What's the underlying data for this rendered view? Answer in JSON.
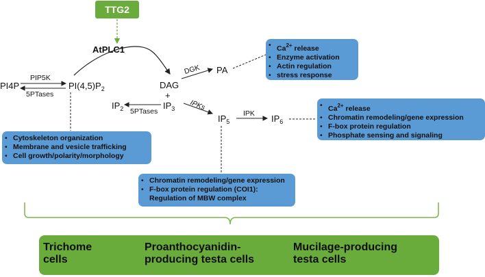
{
  "nodes": {
    "ttg2": "TTG2",
    "atplc1": "AtPLC1",
    "pi4p": "PI4P",
    "pip5k": "PIP5K",
    "pi45p2_main": "PI(4,5)P",
    "pi45p2_sub": "2",
    "ptases_left": "5PTases",
    "dag": "DAG",
    "plus": "+",
    "ip3_main": "IP",
    "ip3_sub": "3",
    "ip2_main": "IP",
    "ip2_sub": "2",
    "ptases_mid": "5PTases",
    "dgk": "DGK",
    "pa": "PA",
    "ipks": "IPKs",
    "ip5_main": "IP",
    "ip5_sub": "5",
    "ipk": "IPK",
    "ip6_main": "IP",
    "ip6_sub": "6"
  },
  "boxes": {
    "pa_box": {
      "items": [
        {
          "main": "Ca",
          "sup": "2+",
          "rest": " release"
        },
        {
          "main": "Enzyme activation"
        },
        {
          "main": "Actin regulation"
        },
        {
          "main": "stress response"
        }
      ]
    },
    "ip6_box": {
      "items": [
        {
          "main": "Ca",
          "sup": "2+",
          "rest": " release"
        },
        {
          "main": "Chromatin remodeling/gene expression"
        },
        {
          "main": "F-box protein regulation"
        },
        {
          "main": "Phosphate sensing and signaling"
        }
      ]
    },
    "pip2_box": {
      "items": [
        {
          "main": "Cytoskeleton organization"
        },
        {
          "main": "Membrane and vesicle trafficking"
        },
        {
          "main": "Cell growth/polarity/morphology"
        }
      ]
    },
    "ip5_box": {
      "items": [
        {
          "main": "Chromatin remodeling/gene expression"
        },
        {
          "main": "F-box protein regulation (COI1):",
          "cont": "Regulation of MBW complex"
        }
      ]
    }
  },
  "cells": {
    "trichome": [
      "Trichome",
      "cells"
    ],
    "proanthocyanidin": [
      "Proanthocyanidin-",
      "producing testa cells"
    ],
    "mucilage": [
      "Mucilage-producing",
      "testa cells"
    ]
  },
  "colors": {
    "green": "#6aac3c",
    "blue": "#5b9bd5",
    "line": "#222222"
  }
}
